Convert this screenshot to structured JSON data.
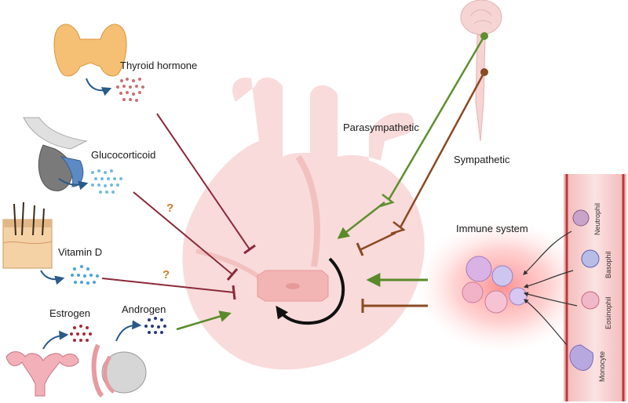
{
  "labels": {
    "thyroid": "Thyroid hormone",
    "glucocorticoid": "Glucocorticoid",
    "vitamin_d": "Vitamin D",
    "estrogen": "Estrogen",
    "androgen": "Androgen",
    "parasympathetic": "Parasympathetic",
    "sympathetic": "Sympathetic",
    "immune": "Immune system",
    "neutrophil": "Neutrophil",
    "basophil": "Basophil",
    "eosinophil": "Eosinophil",
    "monocyte": "Monocyte",
    "question_1": "?",
    "question_2": "?"
  },
  "colors": {
    "inhibit": "#8b2a3a",
    "stimulate": "#5a8a2a",
    "sympathetic": "#8a4a22",
    "parasympathetic": "#5f8f30",
    "heart": "#f7d2d2",
    "question": "#d07a2a"
  }
}
